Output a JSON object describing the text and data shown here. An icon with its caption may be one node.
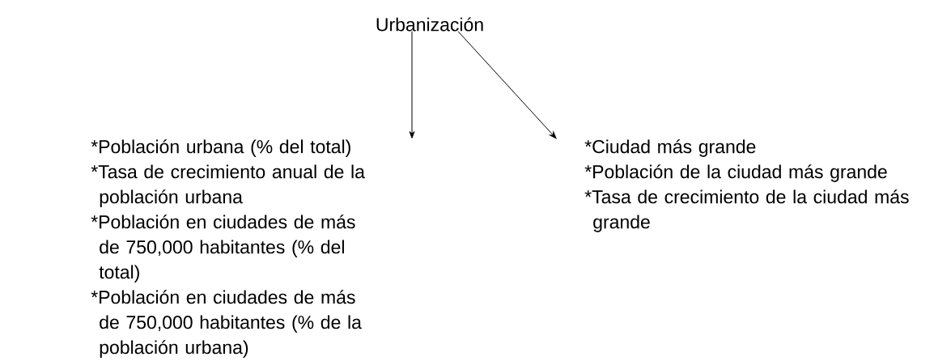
{
  "diagram": {
    "nodes": [
      {
        "text": [
          "Urbanización"
        ]
      },
      {
        "text": [
          "*Población urbana (% del total)",
          "*Tasa de crecimiento anual de la población urbana",
          "*Población en ciudades de más de 750,000 habitantes (% del total)",
          "*Población en ciudades de más de 750,000 habitantes (% de la población urbana)"
        ]
      },
      {
        "text": [
          "*Ciudad más grande",
          "*Población de la ciudad más grande",
          "*Tasa de crecimiento de la ciudad más grande"
        ]
      }
    ],
    "edges": [
      {
        "from": 0,
        "to": 1,
        "arrow": "to"
      },
      {
        "from": 0,
        "to": 2,
        "arrow": "to"
      }
    ]
  }
}
